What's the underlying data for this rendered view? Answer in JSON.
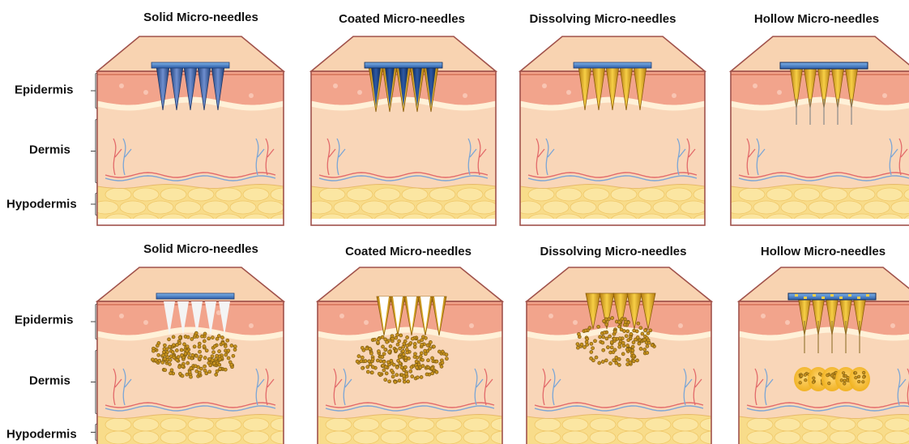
{
  "rows": [
    {
      "layer_labels": [
        "Epidermis",
        "Dermis",
        "Hypodermis"
      ],
      "panels": [
        {
          "title": "Solid Micro-needles",
          "type": "solid"
        },
        {
          "title": "Coated Micro-needles",
          "type": "coated"
        },
        {
          "title": "Dissolving Micro-needles",
          "type": "dissolving"
        },
        {
          "title": "Hollow Micro-needles",
          "type": "hollow"
        }
      ]
    },
    {
      "layer_labels": [
        "Epidermis",
        "Dermis",
        "Hypodermis"
      ],
      "panels": [
        {
          "title": "Solid Micro-needles",
          "type": "solid"
        },
        {
          "title": "Coated Micro-needles",
          "type": "coated"
        },
        {
          "title": "Dissolving Micro-needles",
          "type": "dissolving"
        },
        {
          "title": "Hollow Micro-needles",
          "type": "hollow"
        }
      ]
    }
  ],
  "colors": {
    "skin_top": "#f8d3b1",
    "epidermis": "#f2a48c",
    "dermis": "#f9d6b8",
    "hypodermis": "#f8dc8a",
    "border": "#a0524b",
    "needle_blue": "#2f5a9e",
    "needle_gold": "#e3a51c",
    "drug_particle": "#7a5a12"
  }
}
